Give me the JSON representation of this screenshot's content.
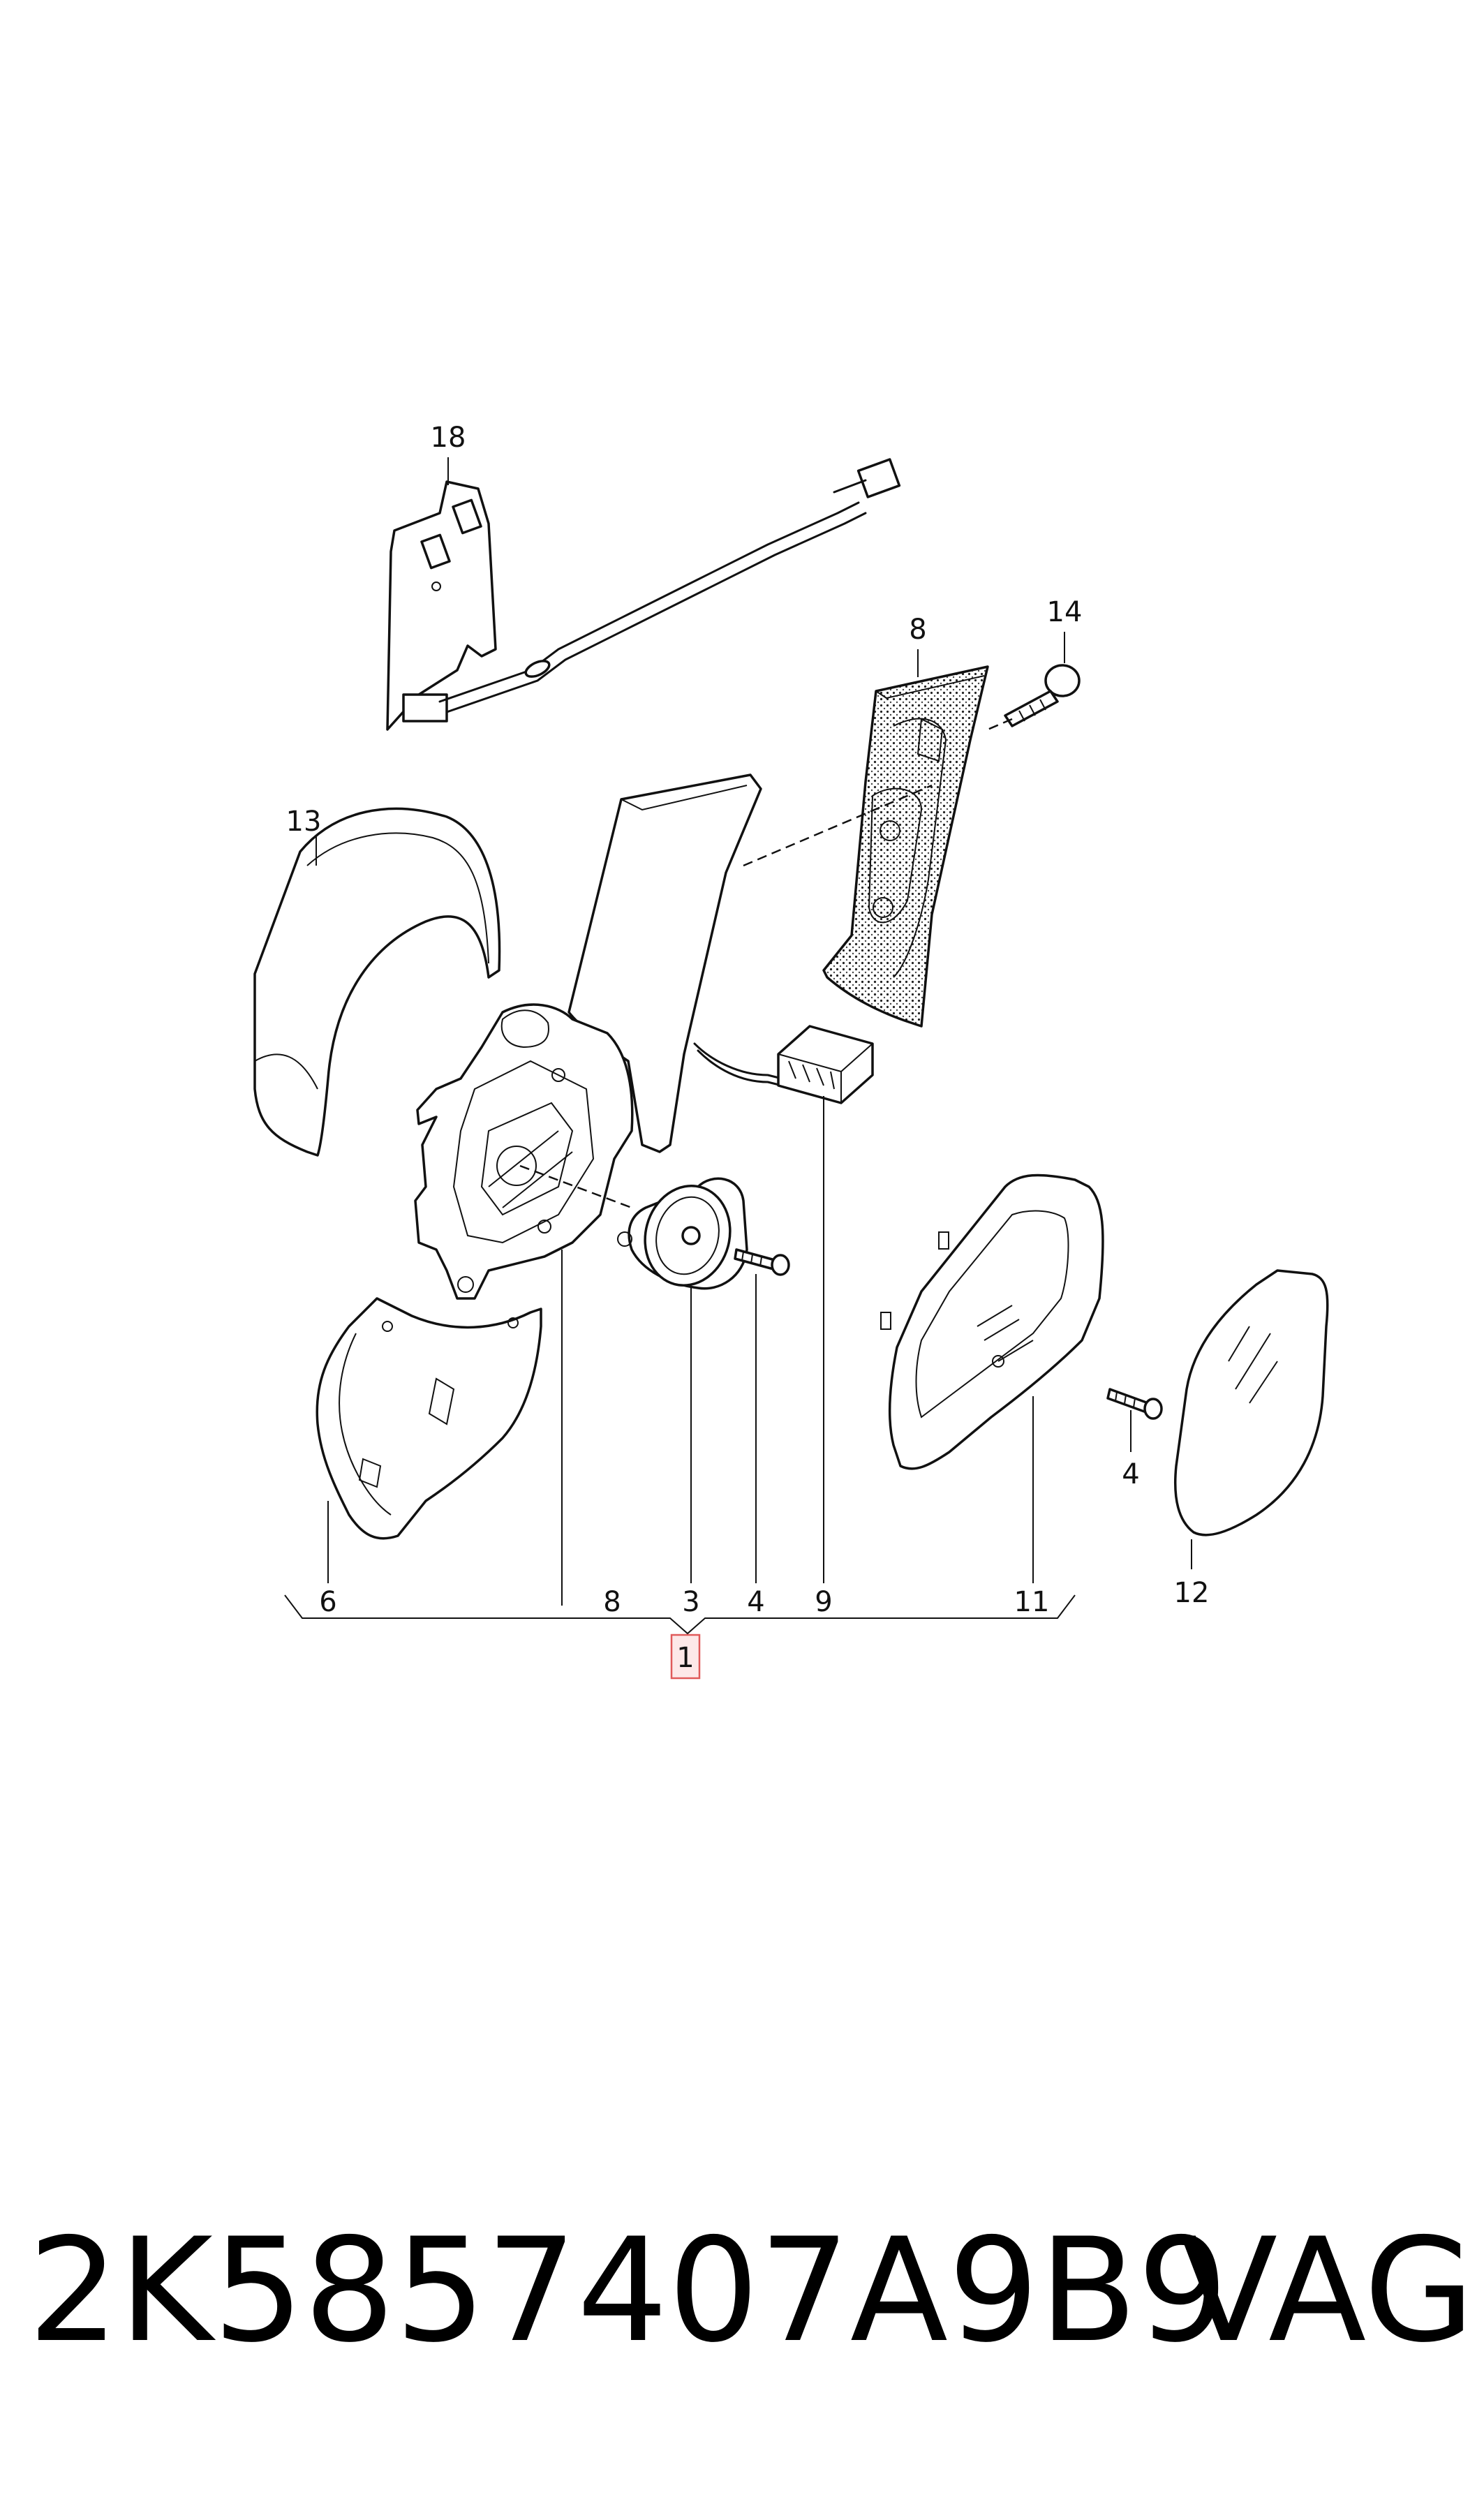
{
  "callouts": {
    "c18": "18",
    "c8_top": "8",
    "c14": "14",
    "c13": "13",
    "c6": "6",
    "c8_bottom": "8",
    "c3": "3",
    "c4_left": "4",
    "c9": "9",
    "c11": "11",
    "c4_right": "4",
    "c12": "12",
    "c1": "1"
  },
  "footer": {
    "part_number": "2K5857407A9B9",
    "brand": "VAG"
  },
  "colors": {
    "line": "#111111",
    "highlight_box": "#e05a5a",
    "highlight_fill": "#fde8e8",
    "background": "#ffffff"
  }
}
